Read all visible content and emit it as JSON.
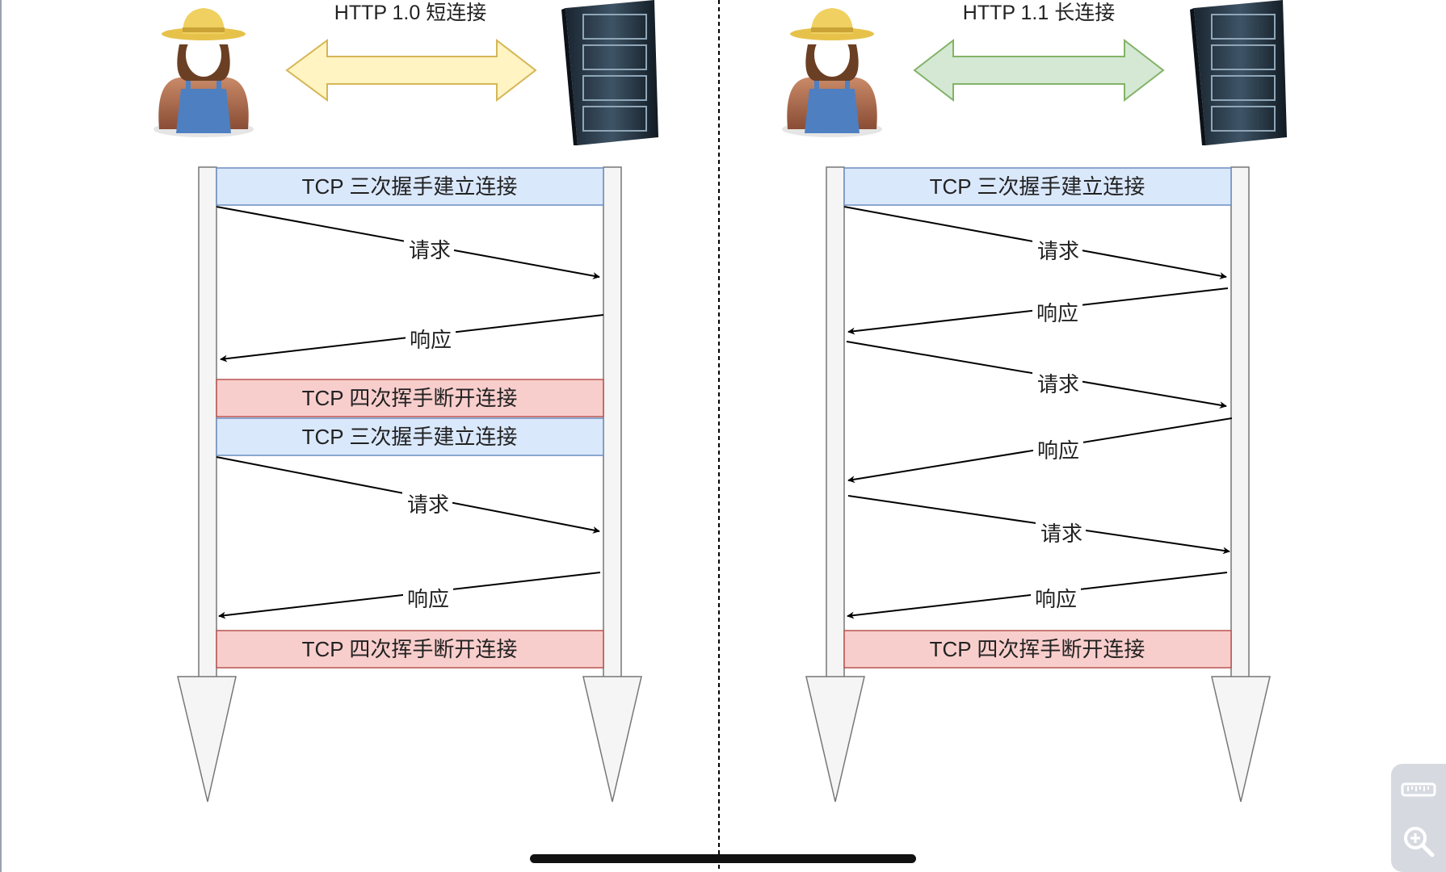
{
  "left": {
    "title": "HTTP 1.0 短连接",
    "arrow_color": "#fff4c2",
    "bars": [
      {
        "label": "TCP 三次握手建立连接",
        "kind": "setup"
      },
      {
        "label": "TCP 四次挥手断开连接",
        "kind": "teardown"
      },
      {
        "label": "TCP 三次握手建立连接",
        "kind": "setup"
      },
      {
        "label": "TCP 四次挥手断开连接",
        "kind": "teardown"
      }
    ],
    "messages": [
      "请求",
      "响应",
      "请求",
      "响应"
    ]
  },
  "right": {
    "title": "HTTP 1.1 长连接",
    "arrow_color": "#d5e8d4",
    "bars": [
      {
        "label": "TCP 三次握手建立连接",
        "kind": "setup"
      },
      {
        "label": "TCP 四次挥手断开连接",
        "kind": "teardown"
      }
    ],
    "messages": [
      "请求",
      "响应",
      "请求",
      "响应",
      "请求",
      "响应"
    ]
  },
  "colors": {
    "setup_fill": "#dae8fc",
    "setup_stroke": "#6c8ebf",
    "teardown_fill": "#f8cecc",
    "teardown_stroke": "#b85450"
  },
  "icons": {
    "client": "farmer-client-icon",
    "server": "server-rack-icon",
    "ruler": "ruler-icon",
    "zoom": "zoom-in-icon"
  }
}
